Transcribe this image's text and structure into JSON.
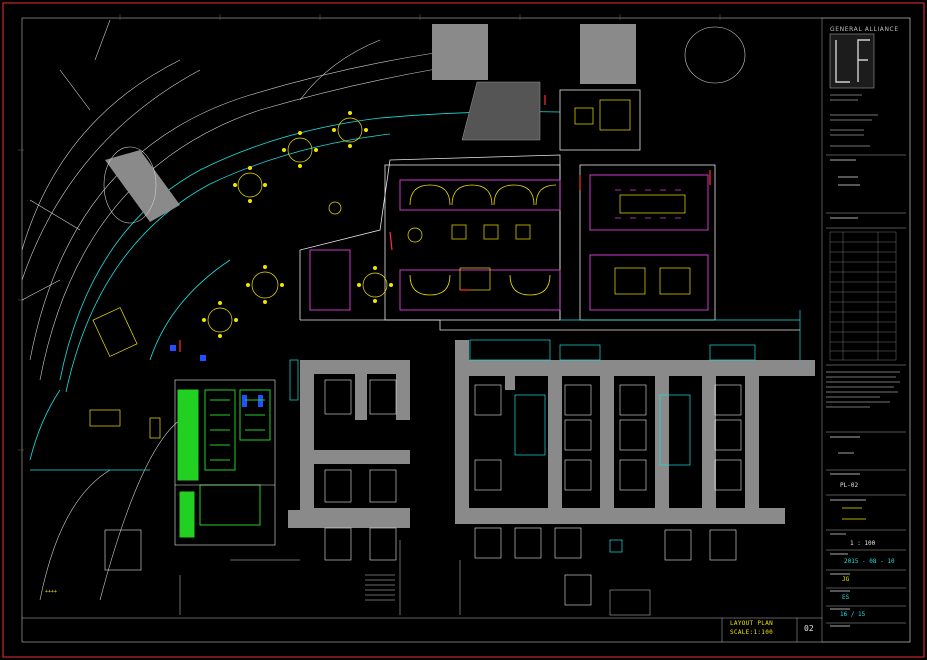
{
  "titleblock": {
    "brand": "GENERAL ALLIANCE",
    "scale_value": "1 : 100",
    "date": "2015 - 08 - 10",
    "drawn_by": "JG",
    "checked_by": "ES",
    "sheet_count": "16 / 15",
    "drawing_no": "PL-02"
  },
  "plan": {
    "caption_title": "LAYOUT PLAN",
    "caption_scale": "SCALE:1:100",
    "sheet_number": "02"
  },
  "colors": {
    "background": "#000000",
    "frame": "#c62828",
    "walls_white": "#e6e6e6",
    "cyan": "#19e0e0",
    "yellow": "#f2e400",
    "magenta": "#e040e0",
    "green": "#22d022",
    "grey_fill": "#8a8a8a"
  }
}
